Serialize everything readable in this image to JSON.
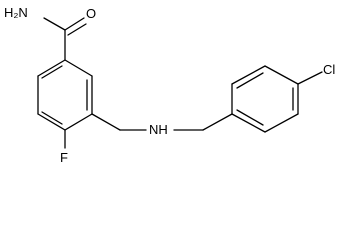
{
  "structure": {
    "atom_labels": {
      "amide_nitrogen": "H₂N",
      "carbonyl_oxygen": "O",
      "amine_nitrogen": "NH",
      "fluorine": "F",
      "chlorine": "Cl"
    }
  }
}
